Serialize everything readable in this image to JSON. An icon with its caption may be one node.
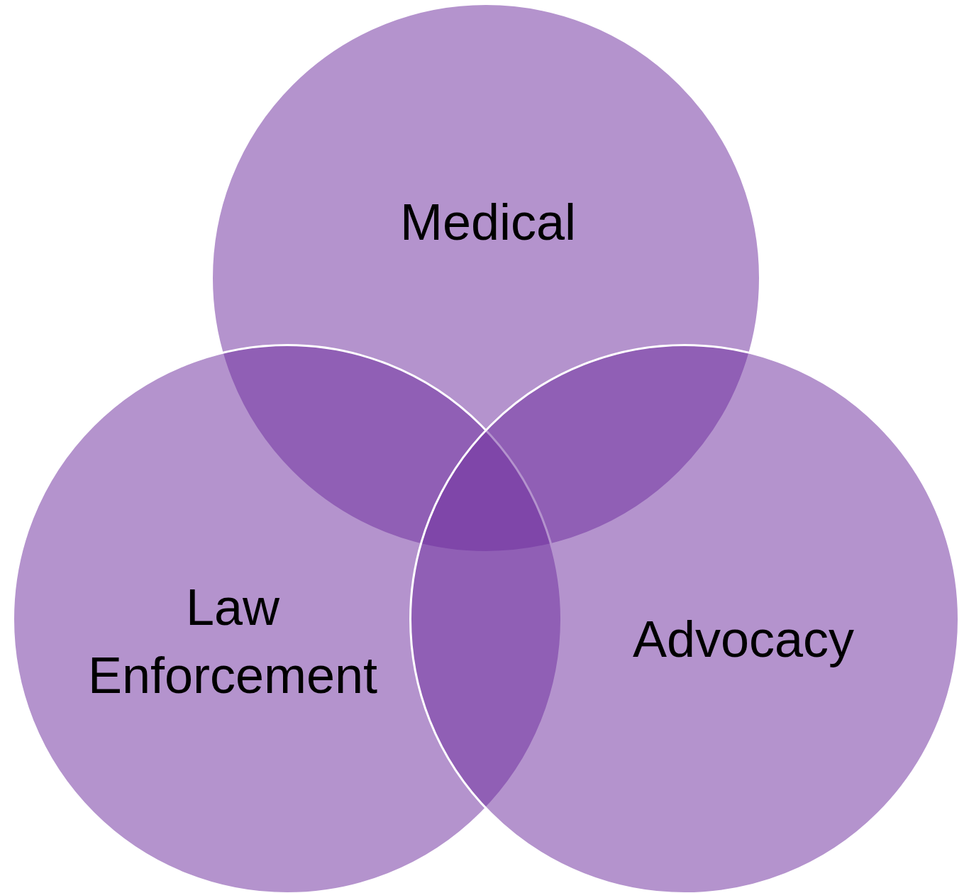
{
  "diagram": {
    "nodes": [
      {
        "text": [
          "Medical"
        ]
      },
      {
        "text": [
          "Law Enforcement"
        ]
      },
      {
        "text": [
          "Advocacy"
        ]
      }
    ]
  }
}
